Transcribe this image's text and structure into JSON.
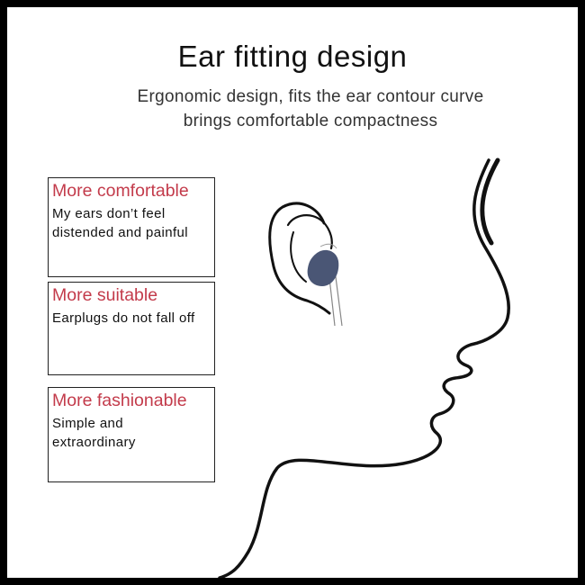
{
  "header": {
    "title": "Ear fitting design",
    "subtitle_line1": "Ergonomic design, fits the ear contour curve",
    "subtitle_line2": "brings comfortable compactness"
  },
  "features": [
    {
      "title": "More comfortable",
      "description": "My ears don’t feel distended and painful"
    },
    {
      "title": "More suitable",
      "description": "Earplugs do not fall off"
    },
    {
      "title": "More fashionable",
      "description": "Simple and extraordinary"
    }
  ],
  "colors": {
    "accent": "#c33b4b",
    "earplug": "#4a5675",
    "frame": "#000000"
  },
  "illustration": {
    "icons": [
      "face-profile-line-art",
      "ear-outline",
      "earplug-icon"
    ]
  }
}
